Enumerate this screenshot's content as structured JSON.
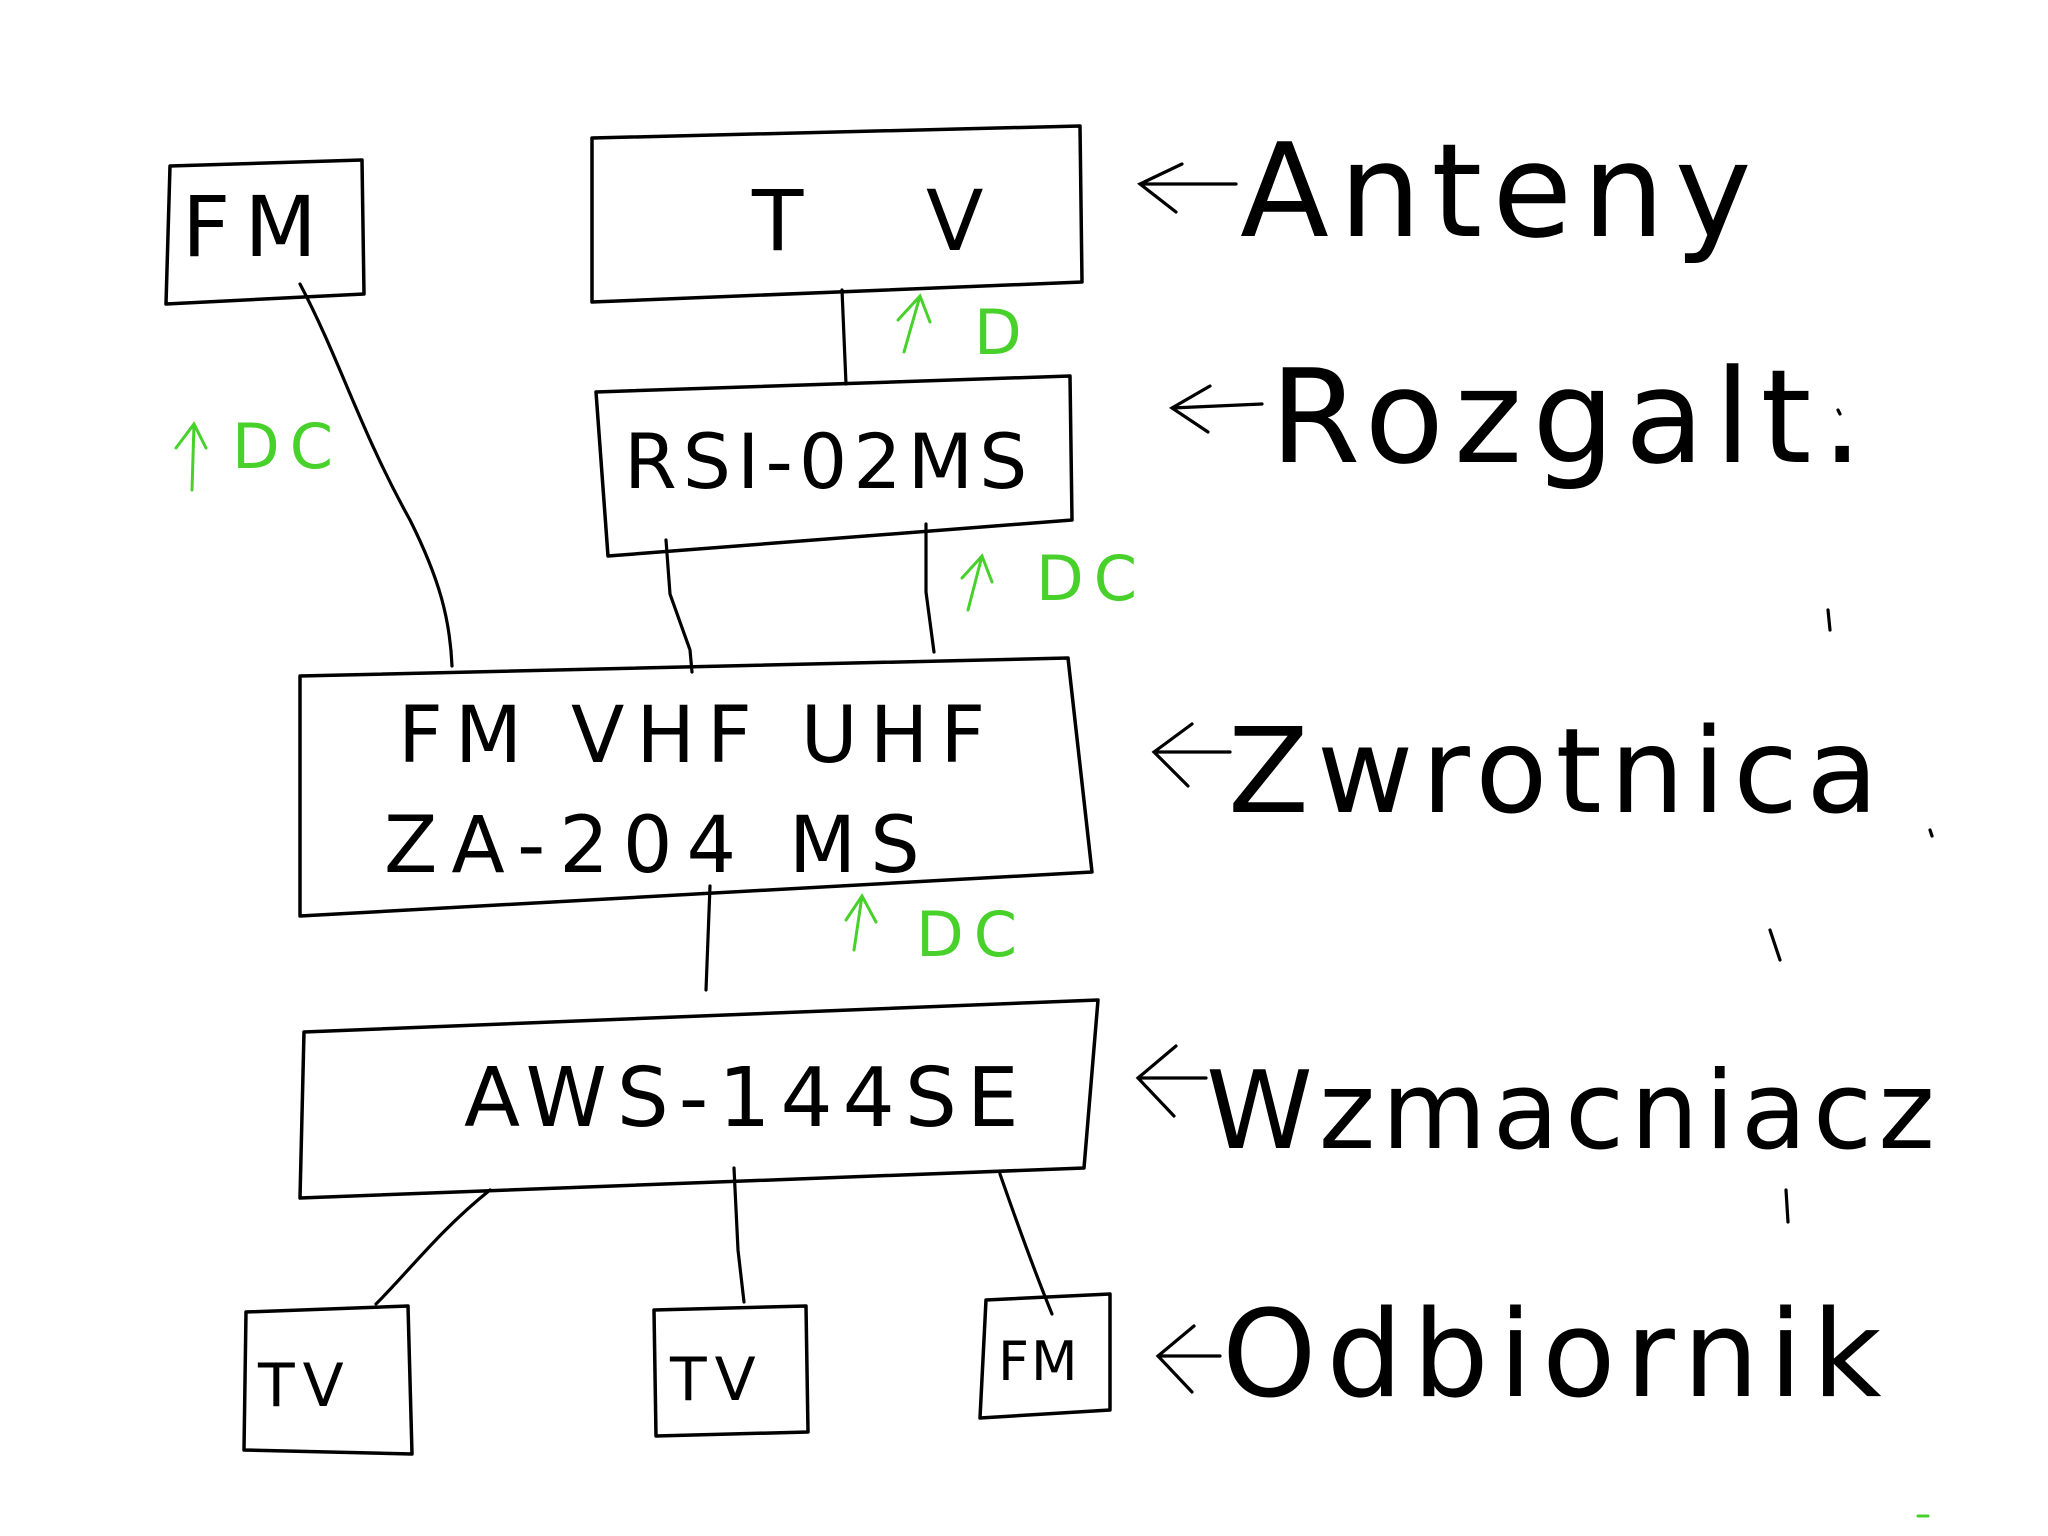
{
  "diagram": {
    "boxes": {
      "fm_antenna": "FM",
      "tv_antenna": "T V",
      "splitter": "RSI-02MS",
      "diplexer_line1": "FM VHF UHF",
      "diplexer_line2": "ZA-204 MS",
      "amplifier": "AWS-144SE",
      "receiver_tv_1": "TV",
      "receiver_tv_2": "TV",
      "receiver_fm": "FM"
    },
    "side_labels": {
      "anteny": "Anteny",
      "rozgalt": "Rozgalt.",
      "zwrotnica": "Zwrotnica",
      "wzmacniacz": "Wzmacniacz",
      "odbiornik": "Odbiornik"
    },
    "dc_labels": {
      "fm_line": "DC",
      "tv_line": "D",
      "splitter_line": "DC",
      "amplifier_line": "DC"
    },
    "colors": {
      "ink": "#000000",
      "dc_green": "#47d12a",
      "background": "#ffffff"
    }
  }
}
